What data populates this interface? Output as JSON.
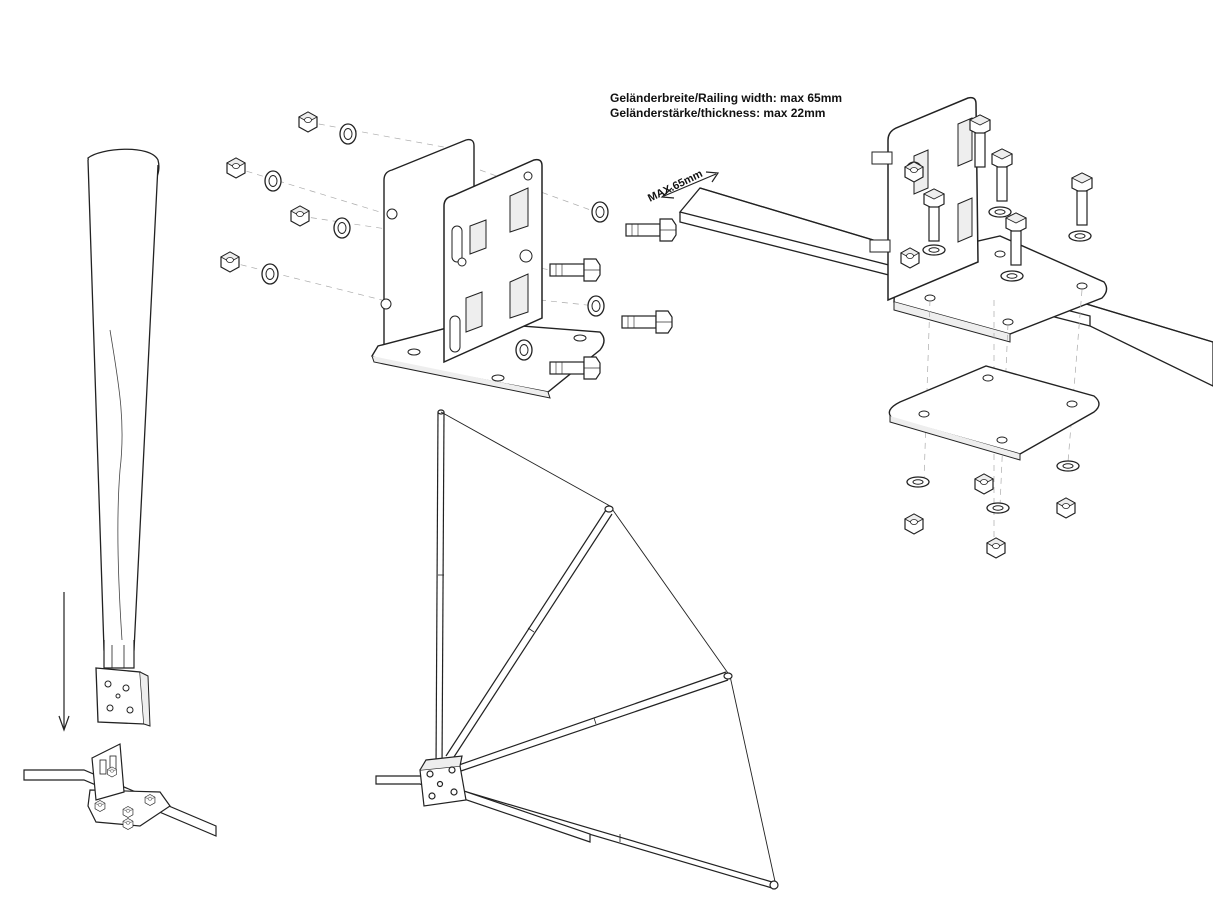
{
  "specs": {
    "railing_width": "Geländerbreite/Railing width: max 65mm",
    "railing_thickness": "Geländerstärke/thickness: max 22mm"
  },
  "dimension_label": "MAX.65mm",
  "colors": {
    "line": "#222222",
    "dashed_guide": "#9a9a9a",
    "fill": "#ffffff",
    "shade": "#e6e6e6"
  }
}
